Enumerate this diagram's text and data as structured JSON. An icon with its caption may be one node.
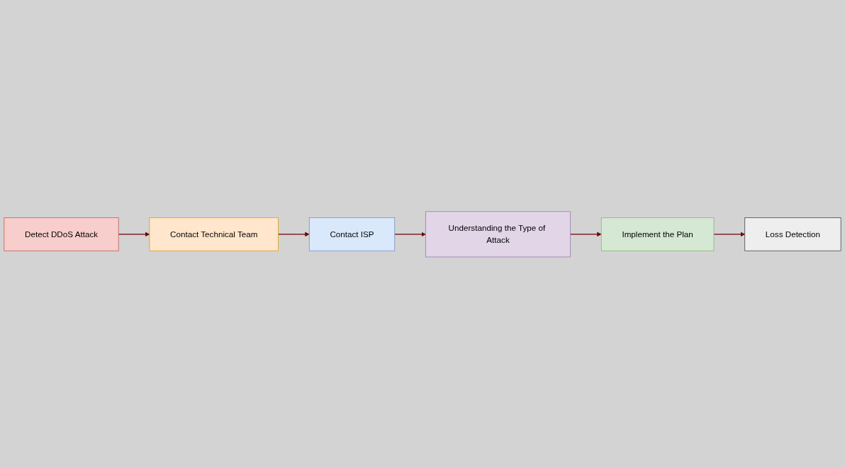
{
  "diagram": {
    "nodes": [
      {
        "text": [
          "Detect DDoS Attack"
        ]
      },
      {
        "text": [
          "Contact Technical Team"
        ]
      },
      {
        "text": [
          "Contact ISP"
        ]
      },
      {
        "text": [
          "Understanding the Type of Attack"
        ]
      },
      {
        "text": [
          "Implement the Plan"
        ]
      },
      {
        "text": [
          "Loss Detection"
        ]
      }
    ],
    "edges": [
      {
        "from": 0,
        "to": 1,
        "arrow": "to"
      },
      {
        "from": 1,
        "to": 2,
        "arrow": "to"
      },
      {
        "from": 2,
        "to": 3,
        "arrow": "to"
      },
      {
        "from": 3,
        "to": 4,
        "arrow": "to"
      },
      {
        "from": 4,
        "to": 5,
        "arrow": "to"
      }
    ]
  }
}
